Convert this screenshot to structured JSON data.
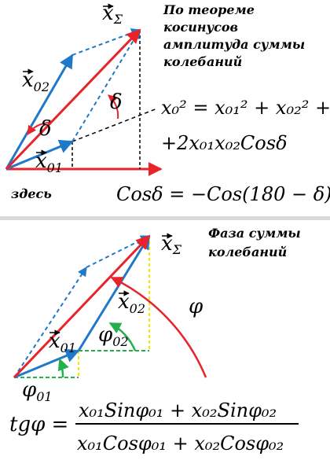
{
  "colors": {
    "red": "#e8232a",
    "blue": "#1f78c8",
    "dark": "#000000",
    "green": "#22b14c",
    "yellow": "#f2e700",
    "divider": "#d9d9d9"
  },
  "top": {
    "note_lines": [
      "По теореме",
      "косинусов",
      "амплитуда суммы",
      "колебаний"
    ],
    "label_sum": "x",
    "label_sum_sub": "Σ",
    "label_x02": "x",
    "label_x02_sub": "02",
    "label_x01": "x",
    "label_x01_sub": "01",
    "label_delta": "δ",
    "label_delta_inner": "δ",
    "here_label": "здесь",
    "formula_line1": "x₀² = x₀₁² + x₀₂² +",
    "formula_line2": "+2x₀₁x₀₂Cosδ",
    "formula_cos": "Cosδ = −Cos(180 − δ)"
  },
  "bottom": {
    "note_lines": [
      "Фаза суммы",
      "колебаний"
    ],
    "label_sum": "x",
    "label_sum_sub": "Σ",
    "label_x02": "x",
    "label_x02_sub": "02",
    "label_x01": "x",
    "label_x01_sub": "01",
    "label_phi": "φ",
    "label_phi02": "φ",
    "label_phi02_sub": "02",
    "label_phi01": "φ",
    "label_phi01_sub": "01",
    "formula_lhs": "tgφ =",
    "formula_num": "x₀₁Sinφ₀₁ + x₀₂Sinφ₀₂",
    "formula_den": "x₀₁Cosφ₀₁ + x₀₂Cosφ₀₂"
  }
}
